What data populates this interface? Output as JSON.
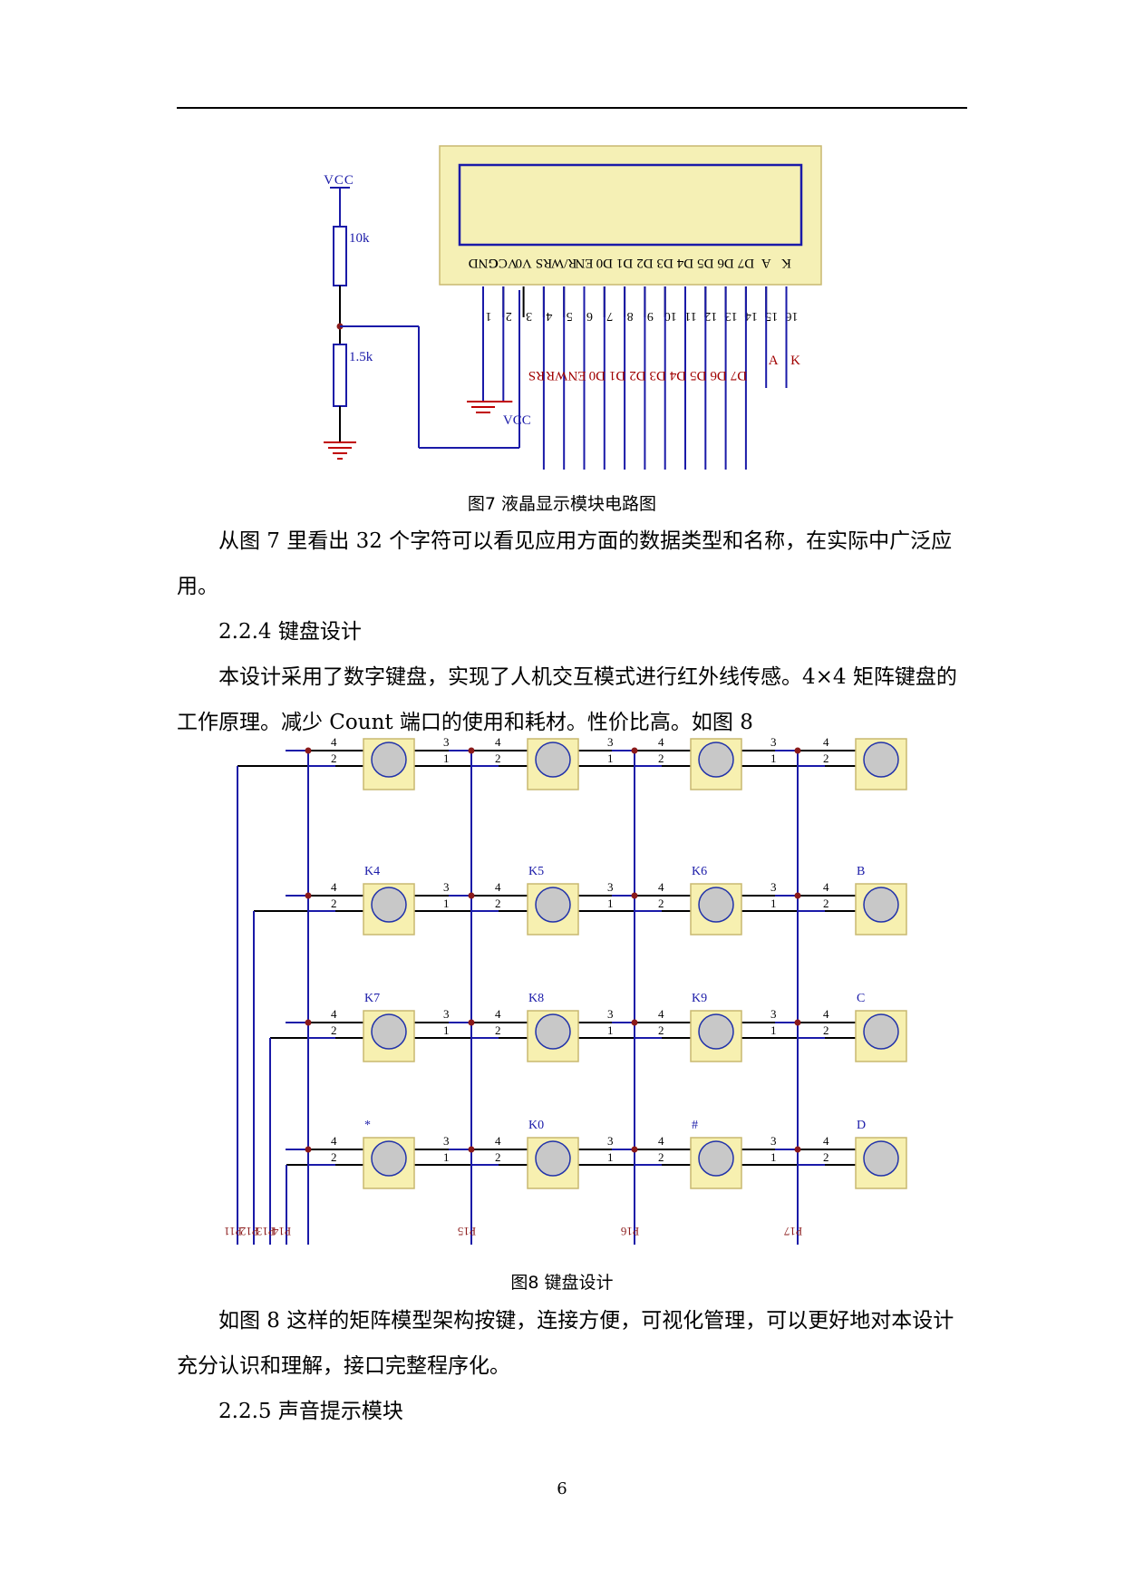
{
  "figure7": {
    "caption": "图7  液晶显示模块电路图",
    "vcc_top": "VCC",
    "vcc_gnd": "VCC",
    "r1": "10k",
    "r2": "1.5k",
    "lcd_pins": [
      "GND",
      "VCC",
      "V0",
      "RS",
      "R/W",
      "EN",
      "D0",
      "D1",
      "D2",
      "D3",
      "D4",
      "D5",
      "D6",
      "D7",
      "A",
      "K"
    ],
    "pin_numbers": [
      "1",
      "2",
      "3",
      "4",
      "5",
      "6",
      "7",
      "8",
      "9",
      "10",
      "11",
      "12",
      "13",
      "14",
      "15",
      "16"
    ],
    "nets": [
      "RS",
      "WR",
      "EN",
      "D0",
      "D1",
      "D2",
      "D3",
      "D4",
      "D5",
      "D6",
      "D7"
    ],
    "net_a": "A",
    "net_k": "K",
    "colors": {
      "body": "#f5f0b5",
      "screen": "#1a1aa8",
      "wire": "#1a1aa8",
      "net": "#a00000",
      "ground": "#c00000"
    }
  },
  "para1": "从图 7 里看出 32 个字符可以看见应用方面的数据类型和名称，在实际中广泛应用。",
  "heading1": "2.2.4 键盘设计",
  "para2": "本设计采用了数字键盘，实现了人机交互模式进行红外线传感。4×4 矩阵键盘的工作原理。减少 Count 端口的使用和耗材。性价比高。如图 8",
  "figure8": {
    "caption": "图8  键盘设计",
    "key_labels": [
      [
        "",
        "",
        "",
        ""
      ],
      [
        "K4",
        "K5",
        "K6",
        "B"
      ],
      [
        "K7",
        "K8",
        "K9",
        "C"
      ],
      [
        "*",
        "K0",
        "#",
        "D"
      ]
    ],
    "pin_tl": "4",
    "pin_bl": "2",
    "pin_tr": "3",
    "pin_br": "1",
    "port_labels": [
      "P11",
      "P12",
      "P13",
      "P14",
      "P15",
      "P16",
      "P17"
    ],
    "colors": {
      "key": "#f7f0b0",
      "button": "#c8c8c8",
      "button_edge": "#2233aa",
      "wire": "#1a1aa8",
      "port": "#8b1a1a",
      "junction": "#8b1a1a"
    }
  },
  "para3": "如图 8 这样的矩阵模型架构按键，连接方便，可视化管理，可以更好地对本设计充分认识和理解，接口完整程序化。",
  "heading2": "2.2.5 声音提示模块",
  "page_number": "6"
}
